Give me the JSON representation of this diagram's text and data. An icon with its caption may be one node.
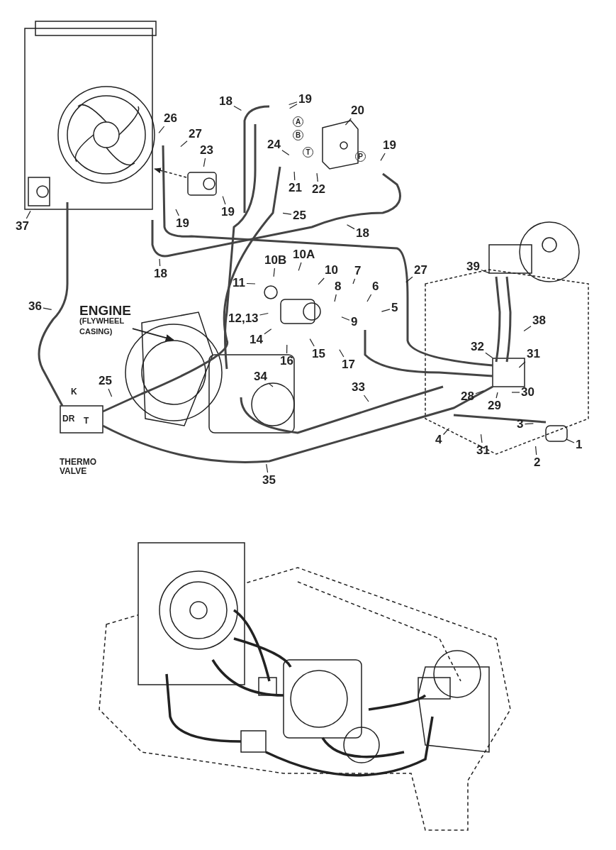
{
  "diagram": {
    "nodes": [
      {
        "text": [
          "18"
        ]
      },
      {
        "text": [
          "19"
        ]
      },
      {
        "text": [
          "20"
        ]
      },
      {
        "text": [
          "26"
        ]
      },
      {
        "text": [
          "27"
        ]
      },
      {
        "text": [
          "23"
        ]
      },
      {
        "text": [
          "24"
        ]
      },
      {
        "text": [
          "19"
        ]
      },
      {
        "text": [
          "21"
        ]
      },
      {
        "text": [
          "22"
        ]
      },
      {
        "text": [
          "37"
        ]
      },
      {
        "text": [
          "19"
        ]
      },
      {
        "text": [
          "19"
        ]
      },
      {
        "text": [
          "25"
        ]
      },
      {
        "text": [
          "18"
        ]
      },
      {
        "text": [
          "18"
        ]
      },
      {
        "text": [
          "10B"
        ]
      },
      {
        "text": [
          "10A"
        ]
      },
      {
        "text": [
          "11"
        ]
      },
      {
        "text": [
          "10"
        ]
      },
      {
        "text": [
          "8"
        ]
      },
      {
        "text": [
          "7"
        ]
      },
      {
        "text": [
          "6"
        ]
      },
      {
        "text": [
          "5"
        ]
      },
      {
        "text": [
          "27"
        ]
      },
      {
        "text": [
          "39"
        ]
      },
      {
        "text": [
          "36"
        ]
      },
      {
        "text": [
          "ENGINE",
          "(FLYWHEEL CASING)"
        ]
      },
      {
        "text": [
          "12,13"
        ]
      },
      {
        "text": [
          "9"
        ]
      },
      {
        "text": [
          "14"
        ]
      },
      {
        "text": [
          "15"
        ]
      },
      {
        "text": [
          "16"
        ]
      },
      {
        "text": [
          "17"
        ]
      },
      {
        "text": [
          "38"
        ]
      },
      {
        "text": [
          "31"
        ]
      },
      {
        "text": [
          "25"
        ]
      },
      {
        "text": [
          "34"
        ]
      },
      {
        "text": [
          "33"
        ]
      },
      {
        "text": [
          "32"
        ]
      },
      {
        "text": [
          "28"
        ]
      },
      {
        "text": [
          "30"
        ]
      },
      {
        "text": [
          "29"
        ]
      },
      {
        "text": [
          "3"
        ]
      },
      {
        "text": [
          "1"
        ]
      },
      {
        "text": [
          "4"
        ]
      },
      {
        "text": [
          "31"
        ]
      },
      {
        "text": [
          "2"
        ]
      },
      {
        "text": [
          "35"
        ]
      }
    ],
    "edges": [
      {
        "from": 0,
        "to": null,
        "arrow": "none"
      },
      {
        "from": 1,
        "to": null,
        "arrow": "none"
      },
      {
        "from": 1,
        "to": null,
        "arrow": "none"
      },
      {
        "from": 2,
        "to": null,
        "arrow": "none"
      },
      {
        "from": 3,
        "to": null,
        "arrow": "none"
      },
      {
        "from": 4,
        "to": null,
        "arrow": "none"
      },
      {
        "from": 5,
        "to": null,
        "arrow": "none"
      },
      {
        "from": 6,
        "to": null,
        "arrow": "none"
      },
      {
        "from": 7,
        "to": null,
        "arrow": "none"
      },
      {
        "from": 8,
        "to": null,
        "arrow": "none"
      },
      {
        "from": 9,
        "to": null,
        "arrow": "none"
      },
      {
        "from": 10,
        "to": null,
        "arrow": "none"
      },
      {
        "from": 11,
        "to": null,
        "arrow": "none"
      },
      {
        "from": 12,
        "to": null,
        "arrow": "none"
      },
      {
        "from": 13,
        "to": null,
        "arrow": "none"
      },
      {
        "from": 14,
        "to": null,
        "arrow": "none"
      },
      {
        "from": 15,
        "to": null,
        "arrow": "none"
      },
      {
        "from": 16,
        "to": null,
        "arrow": "none"
      },
      {
        "from": 17,
        "to": null,
        "arrow": "none"
      },
      {
        "from": 18,
        "to": null,
        "arrow": "none"
      },
      {
        "from": 19,
        "to": null,
        "arrow": "none"
      },
      {
        "from": 20,
        "to": null,
        "arrow": "none"
      },
      {
        "from": 21,
        "to": null,
        "arrow": "none"
      },
      {
        "from": 22,
        "to": null,
        "arrow": "none"
      },
      {
        "from": 23,
        "to": null,
        "arrow": "none"
      },
      {
        "from": 24,
        "to": null,
        "arrow": "none"
      },
      {
        "from": 25,
        "to": null,
        "arrow": "none"
      },
      {
        "from": 26,
        "to": null,
        "arrow": "none"
      },
      {
        "from": 27,
        "to": null,
        "arrow": "to"
      },
      {
        "from": 28,
        "to": null,
        "arrow": "none"
      },
      {
        "from": 29,
        "to": null,
        "arrow": "none"
      },
      {
        "from": 30,
        "to": null,
        "arrow": "none"
      },
      {
        "from": 31,
        "to": null,
        "arrow": "none"
      },
      {
        "from": 32,
        "to": null,
        "arrow": "none"
      },
      {
        "from": 33,
        "to": null,
        "arrow": "none"
      },
      {
        "from": 34,
        "to": null,
        "arrow": "none"
      },
      {
        "from": 35,
        "to": null,
        "arrow": "none"
      },
      {
        "from": 36,
        "to": null,
        "arrow": "none"
      },
      {
        "from": 37,
        "to": null,
        "arrow": "none"
      },
      {
        "from": 38,
        "to": null,
        "arrow": "none"
      },
      {
        "from": 39,
        "to": null,
        "arrow": "none"
      },
      {
        "from": 40,
        "to": null,
        "arrow": "none"
      },
      {
        "from": 41,
        "to": null,
        "arrow": "none"
      },
      {
        "from": 42,
        "to": null,
        "arrow": "none"
      },
      {
        "from": 43,
        "to": null,
        "arrow": "none"
      },
      {
        "from": 44,
        "to": null,
        "arrow": "none"
      },
      {
        "from": 45,
        "to": null,
        "arrow": "none"
      },
      {
        "from": 46,
        "to": null,
        "arrow": "none"
      },
      {
        "from": 47,
        "to": null,
        "arrow": "none"
      },
      {
        "from": 48,
        "to": null,
        "arrow": "none"
      }
    ],
    "labels": [
      "A",
      "B",
      "T",
      "P",
      "K",
      "DR",
      "T",
      "THERMO VALVE"
    ]
  }
}
